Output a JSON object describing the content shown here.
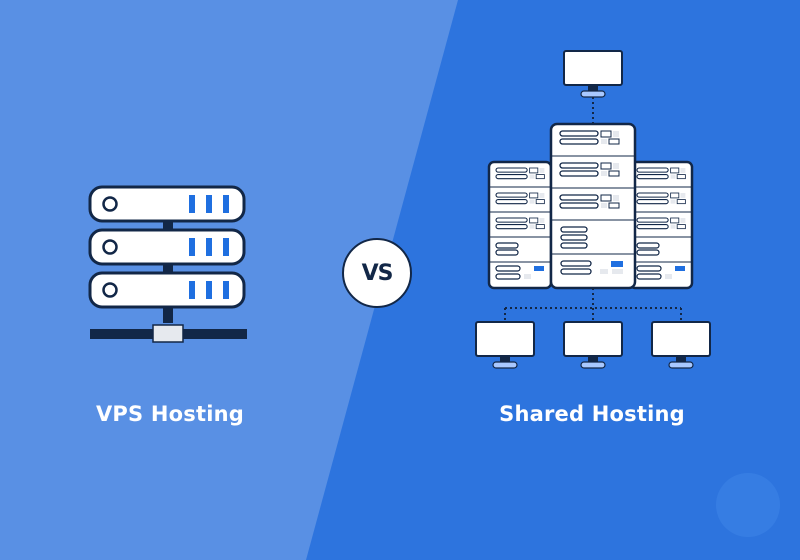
{
  "left_label": "VPS Hosting",
  "right_label": "Shared Hosting",
  "vs_text": "VS",
  "colors": {
    "left_panel": "#5990e4",
    "right_panel": "#2d74de",
    "outline": "#122747",
    "accent": "#1f6fe0",
    "white": "#ffffff",
    "panel_gray": "#e6e9ee",
    "stand_light": "#a8c8ff"
  },
  "icons": {
    "vps": "vps-server-stack-icon",
    "shared": "shared-server-network-icon"
  }
}
